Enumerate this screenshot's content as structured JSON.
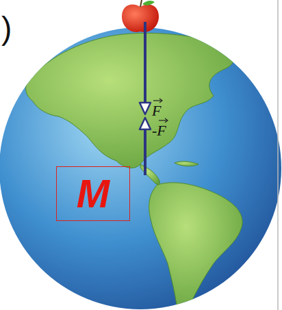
{
  "diagram": {
    "nodes": [
      {
        "text": [
          "M"
        ]
      }
    ],
    "labels": [
      ")",
      "F",
      "-F"
    ]
  }
}
